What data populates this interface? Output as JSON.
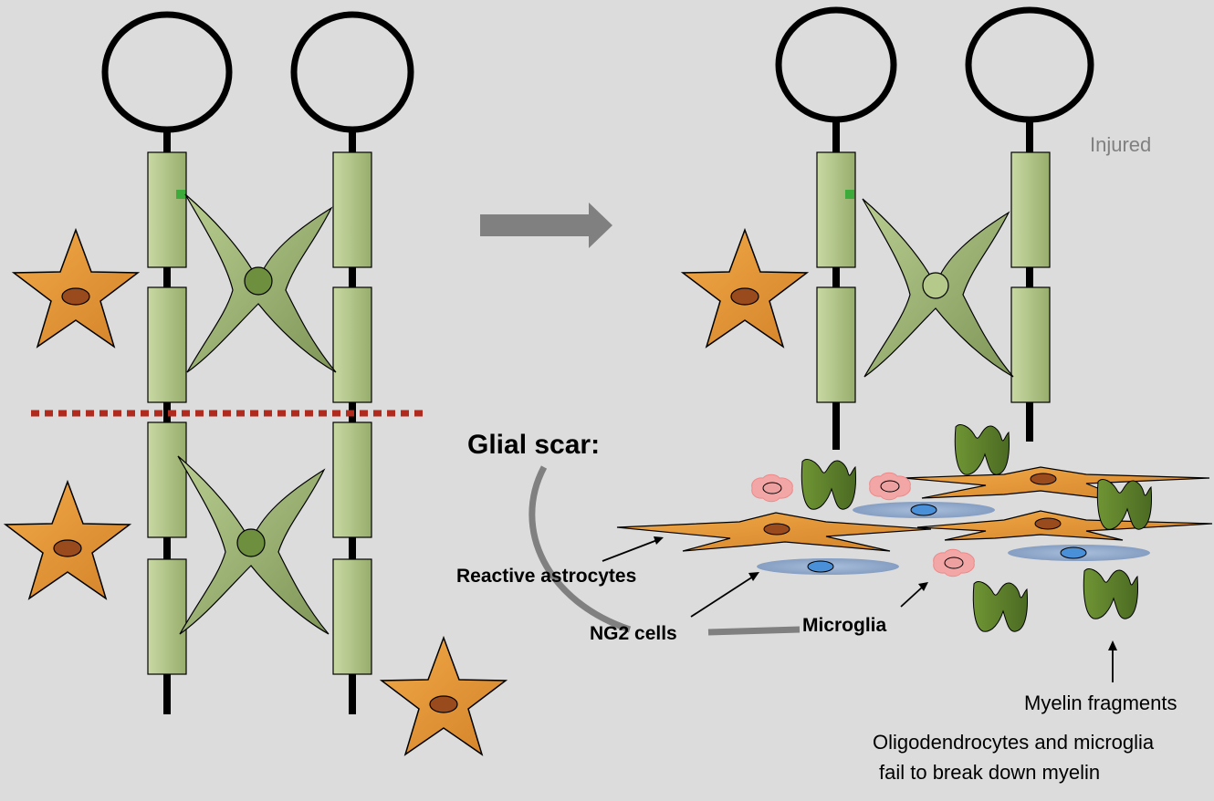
{
  "labels": {
    "injured": "Injured",
    "glial_scar": "Glial scar:",
    "reactive_astrocytes": "Reactive astrocytes",
    "ng2_cells": "NG2 cells",
    "microglia": "Microglia",
    "myelin_fragments": "Myelin fragments",
    "caption_line1": "Oligodendrocytes and microglia",
    "caption_line2": "fail to break down myelin"
  },
  "colors": {
    "background": "#dcdcdc",
    "myelin_sheath": "#b5c98b",
    "oligodendrocyte": "#a9bf7f",
    "oligo_nucleus": "#6e8f3e",
    "astrocyte": "#e39a3b",
    "astro_nucleus": "#9a4b1e",
    "microglia": "#5e7f2c",
    "ng2_cell": "#8fa8c8",
    "ng2_nucleus": "#4a90d9",
    "myelin_fragment": "#f0a0a0",
    "injury_line": "#b02a1e",
    "arrow": "#808080",
    "node_marker": "#3cab3c"
  }
}
